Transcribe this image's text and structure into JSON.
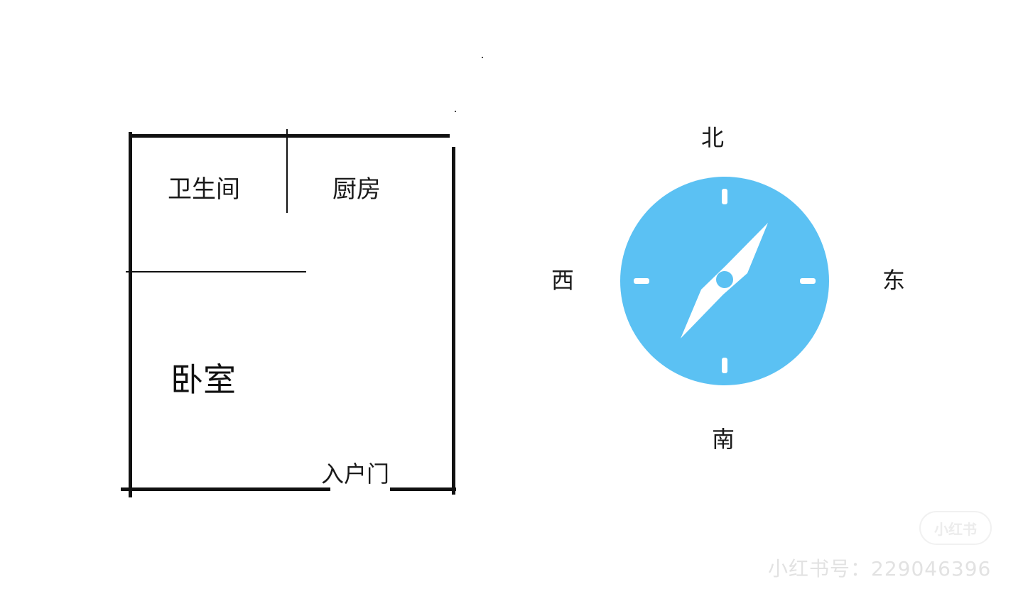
{
  "floor_plan": {
    "rooms": [
      {
        "id": "bathroom",
        "label": "卫生间"
      },
      {
        "id": "kitchen",
        "label": "厨房"
      },
      {
        "id": "bedroom",
        "label": "卧室"
      }
    ],
    "door_label": "入户门"
  },
  "compass": {
    "directions": {
      "north": "北",
      "south": "南",
      "east": "东",
      "west": "西"
    },
    "color": "#5bc1f3",
    "needle_color": "#ffffff"
  },
  "watermark": {
    "logo_text": "小红书",
    "id_text": "小红书号：229046396"
  }
}
